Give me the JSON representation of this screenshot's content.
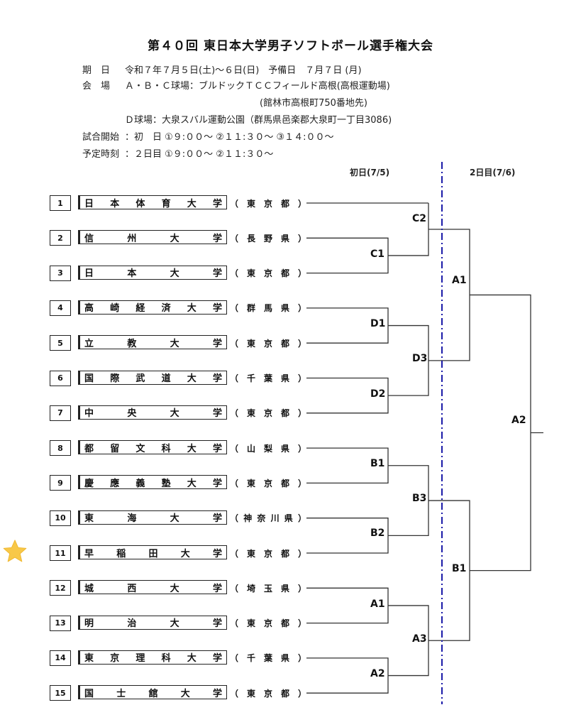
{
  "title": "第４０回 東日本大学男子ソフトボール選手権大会",
  "info": {
    "date_label": "期　日",
    "date_value": "令和７年７月５日(土)～６日(日)　予備日　７月７日 (月)",
    "venue_label": "会　場",
    "venue_value1": "Ａ・Ｂ・Ｃ球場：ブルドックＴＣＣフィールド高根(高根運動場)",
    "venue_value2": "(館林市高根町750番地先)",
    "venue_value3": "Ｄ球場：大泉スバル運動公園（群馬県邑楽郡大泉町一丁目3086)",
    "start_label": "試合開始",
    "start_value": "：初　日 ①９:００～ ②１１:３０～ ③１４:００～",
    "sched_label": "予定時刻",
    "sched_value": "：２日目 ①９:００～ ②１１:３０～"
  },
  "day_headers": {
    "day1": "初日(7/5)",
    "day2": "2日目(7/6)"
  },
  "teams": [
    {
      "num": "1",
      "name": [
        "日",
        "本",
        "体",
        "育",
        "大",
        "学"
      ],
      "pref": [
        "東",
        "京",
        "都"
      ]
    },
    {
      "num": "2",
      "name": [
        "信",
        "州",
        "大",
        "学"
      ],
      "pref": [
        "長",
        "野",
        "県"
      ]
    },
    {
      "num": "3",
      "name": [
        "日",
        "本",
        "大",
        "学"
      ],
      "pref": [
        "東",
        "京",
        "都"
      ]
    },
    {
      "num": "4",
      "name": [
        "高",
        "崎",
        "経",
        "済",
        "大",
        "学"
      ],
      "pref": [
        "群",
        "馬",
        "県"
      ]
    },
    {
      "num": "5",
      "name": [
        "立",
        "教",
        "大",
        "学"
      ],
      "pref": [
        "東",
        "京",
        "都"
      ]
    },
    {
      "num": "6",
      "name": [
        "国",
        "際",
        "武",
        "道",
        "大",
        "学"
      ],
      "pref": [
        "千",
        "葉",
        "県"
      ]
    },
    {
      "num": "7",
      "name": [
        "中",
        "央",
        "大",
        "学"
      ],
      "pref": [
        "東",
        "京",
        "都"
      ]
    },
    {
      "num": "8",
      "name": [
        "都",
        "留",
        "文",
        "科",
        "大",
        "学"
      ],
      "pref": [
        "山",
        "梨",
        "県"
      ]
    },
    {
      "num": "9",
      "name": [
        "慶",
        "應",
        "義",
        "塾",
        "大",
        "学"
      ],
      "pref": [
        "東",
        "京",
        "都"
      ]
    },
    {
      "num": "10",
      "name": [
        "東",
        "海",
        "大",
        "学"
      ],
      "pref": [
        "神",
        "奈",
        "川",
        "県"
      ]
    },
    {
      "num": "11",
      "name": [
        "早",
        "稲",
        "田",
        "大",
        "学"
      ],
      "pref": [
        "東",
        "京",
        "都"
      ]
    },
    {
      "num": "12",
      "name": [
        "城",
        "西",
        "大",
        "学"
      ],
      "pref": [
        "埼",
        "玉",
        "県"
      ]
    },
    {
      "num": "13",
      "name": [
        "明",
        "治",
        "大",
        "学"
      ],
      "pref": [
        "東",
        "京",
        "都"
      ]
    },
    {
      "num": "14",
      "name": [
        "東",
        "京",
        "理",
        "科",
        "大",
        "学"
      ],
      "pref": [
        "千",
        "葉",
        "県"
      ]
    },
    {
      "num": "15",
      "name": [
        "国",
        "士",
        "舘",
        "大",
        "学"
      ],
      "pref": [
        "東",
        "京",
        "都"
      ]
    }
  ],
  "matches": {
    "c2": "C2",
    "c1": "C1",
    "d1": "D1",
    "d3": "D3",
    "d2": "D2",
    "b1r1": "B1",
    "b3": "B3",
    "b2": "B2",
    "a1r1": "A1",
    "a3": "A3",
    "a2r1": "A2",
    "a1r2": "A1",
    "b1r2": "B1",
    "a2final": "A2"
  },
  "colors": {
    "divider": "#1a1aa8",
    "star": "#f8c848"
  }
}
